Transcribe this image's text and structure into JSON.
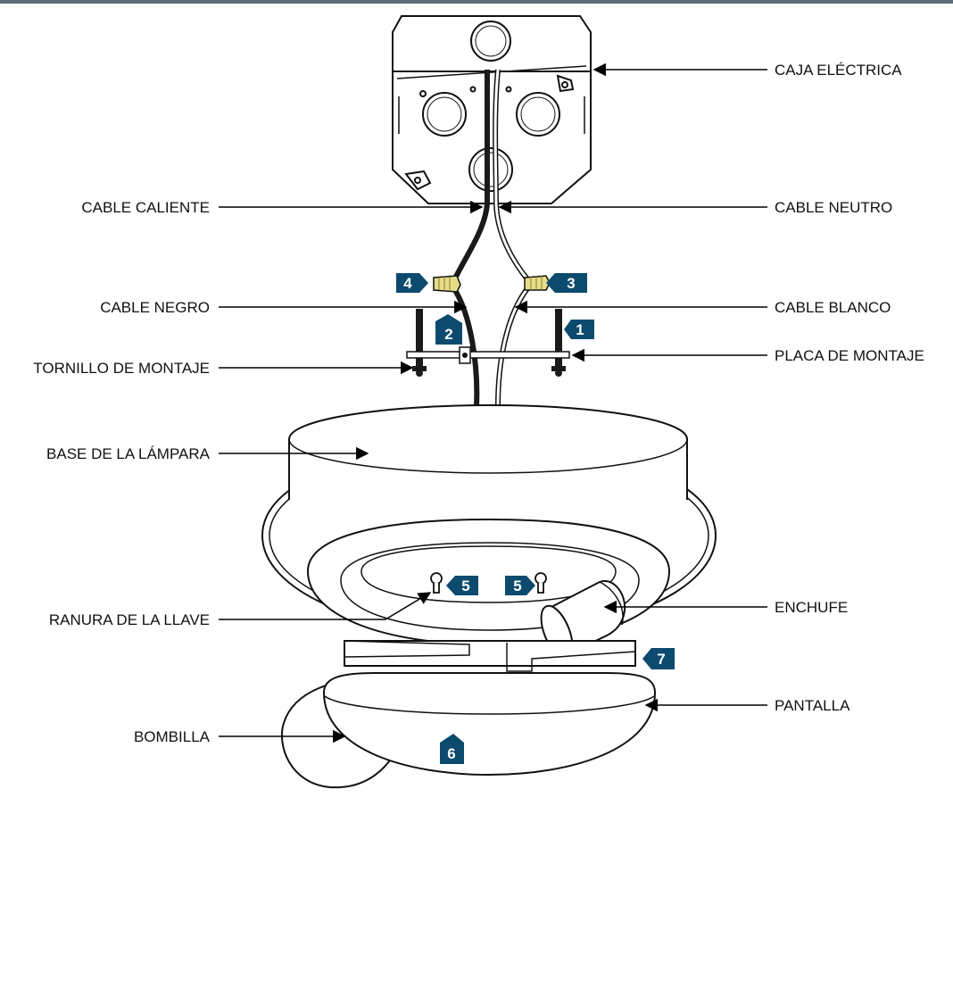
{
  "labels": {
    "caja": "CAJA ELÉCTRICA",
    "cable_caliente": "CABLE CALIENTE",
    "cable_neutro": "CABLE NEUTRO",
    "cable_negro": "CABLE NEGRO",
    "cable_blanco": "CABLE BLANCO",
    "tornillo": "TORNILLO DE MONTAJE",
    "placa": "PLACA DE MONTAJE",
    "base": "BASE DE LA LÁMPARA",
    "ranura": "RANURA DE LA LLAVE",
    "enchufe": "ENCHUFE",
    "bombilla": "BOMBILLA",
    "pantalla": "PANTALLA"
  },
  "steps": {
    "s1": "1",
    "s2": "2",
    "s3": "3",
    "s4": "4",
    "s5a": "5",
    "s5b": "5",
    "s6": "6",
    "s7": "7"
  },
  "colors": {
    "badge": "#0c4a6e",
    "wire_nut": "#e6dc8a",
    "rule": "#5e6b78"
  }
}
